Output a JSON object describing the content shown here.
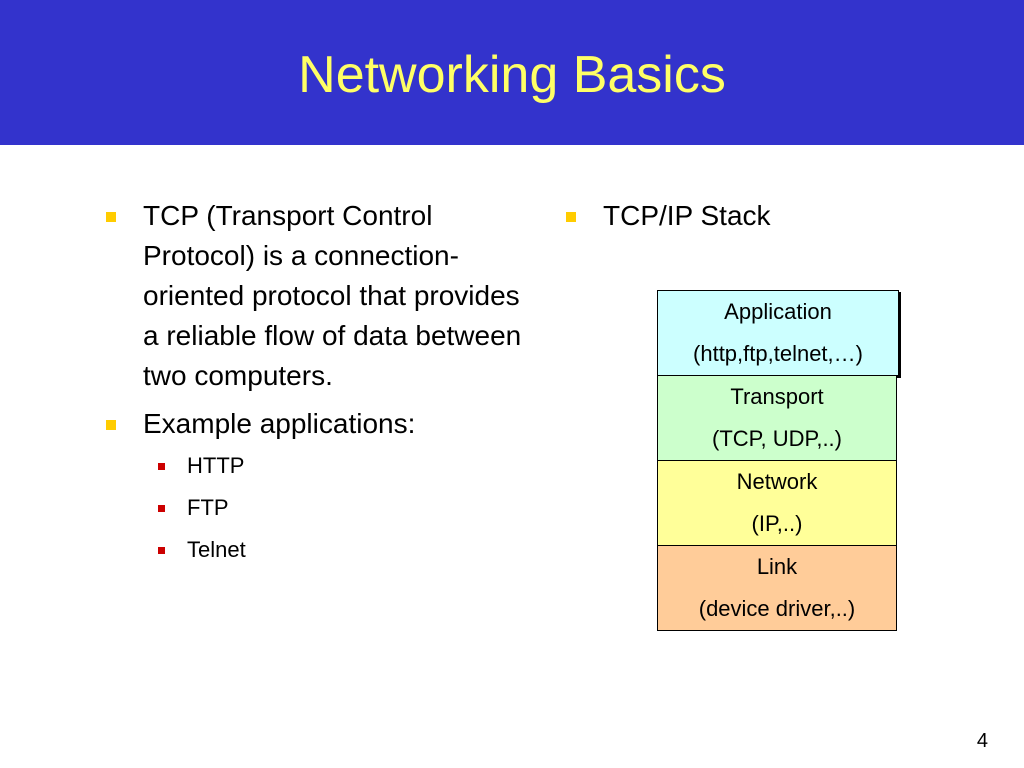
{
  "slide": {
    "title": "Networking Basics",
    "page_number": "4"
  },
  "left_column": {
    "bullets": [
      "TCP (Transport Control Protocol) is a connection-oriented protocol that provides a reliable flow of data between two computers.",
      "Example applications:"
    ],
    "sub_bullets": [
      "HTTP",
      "FTP",
      "Telnet"
    ]
  },
  "right_column": {
    "bullet": "TCP/IP Stack",
    "stack": [
      {
        "name": "Application",
        "detail": "(http,ftp,telnet,…)",
        "color": "#ccffff"
      },
      {
        "name": "Transport",
        "detail": "(TCP, UDP,..)",
        "color": "#ccffcc"
      },
      {
        "name": "Network",
        "detail": "(IP,..)",
        "color": "#ffff99"
      },
      {
        "name": "Link",
        "detail": "(device driver,..)",
        "color": "#ffcc99"
      }
    ]
  },
  "colors": {
    "title_bar": "#3333cc",
    "title_text": "#ffff66",
    "bullet": "#ffcc00",
    "sub_bullet": "#cc0000"
  }
}
